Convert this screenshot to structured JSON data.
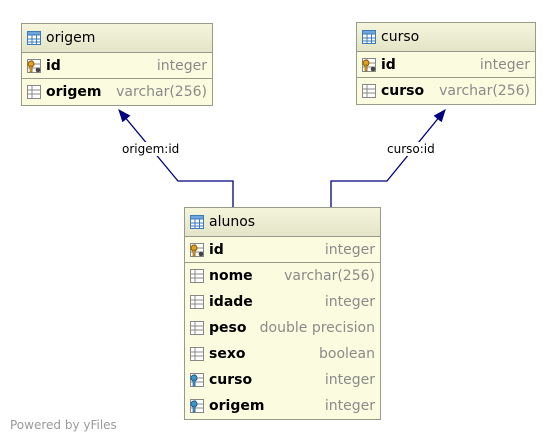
{
  "tables": {
    "origem": {
      "name": "origem",
      "columns": [
        {
          "name": "id",
          "type": "integer",
          "icon": "primary-key-icon"
        },
        {
          "name": "origem",
          "type": "varchar(256)",
          "icon": "column-icon"
        }
      ]
    },
    "curso": {
      "name": "curso",
      "columns": [
        {
          "name": "id",
          "type": "integer",
          "icon": "primary-key-icon"
        },
        {
          "name": "curso",
          "type": "varchar(256)",
          "icon": "column-icon"
        }
      ]
    },
    "alunos": {
      "name": "alunos",
      "columns": [
        {
          "name": "id",
          "type": "integer",
          "icon": "primary-key-icon"
        },
        {
          "name": "nome",
          "type": "varchar(256)",
          "icon": "column-icon"
        },
        {
          "name": "idade",
          "type": "integer",
          "icon": "column-icon"
        },
        {
          "name": "peso",
          "type": "double precision",
          "icon": "column-icon"
        },
        {
          "name": "sexo",
          "type": "boolean",
          "icon": "column-icon"
        },
        {
          "name": "curso",
          "type": "integer",
          "icon": "foreign-key-icon"
        },
        {
          "name": "origem",
          "type": "integer",
          "icon": "foreign-key-icon"
        }
      ]
    }
  },
  "relations": {
    "origem_label": "origem:id",
    "curso_label": "curso:id"
  },
  "footer": "Powered by yFiles",
  "colors": {
    "table_bg": "#fbfbdf",
    "header_bg": "#ececd0",
    "border": "#9a9a8a",
    "edge": "#000080",
    "type_text": "#8a8a8a"
  }
}
